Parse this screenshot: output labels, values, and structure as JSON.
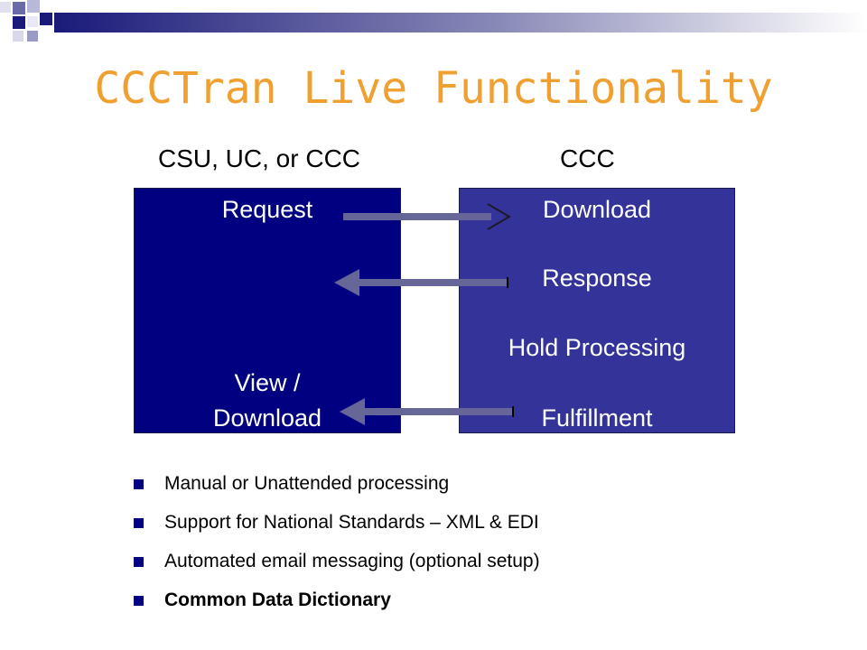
{
  "title": "CCCTran Live Functionality",
  "columns": {
    "left_label": "CSU, UC, or CCC",
    "right_label": "CCC"
  },
  "left_box": {
    "request": "Request",
    "view_download_line1": "View /",
    "view_download_line2": "Download"
  },
  "right_box": {
    "download": "Download",
    "response": "Response",
    "hold_processing": "Hold Processing",
    "fulfillment": "Fulfillment"
  },
  "bullets": [
    "Manual or Unattended processing",
    "Support for National Standards – XML & EDI",
    "Automated email messaging (optional setup)",
    "Common Data Dictionary"
  ],
  "colors": {
    "title": "#f0a030",
    "left_box": "#000080",
    "right_box": "#333399",
    "arrow": "#666699"
  }
}
